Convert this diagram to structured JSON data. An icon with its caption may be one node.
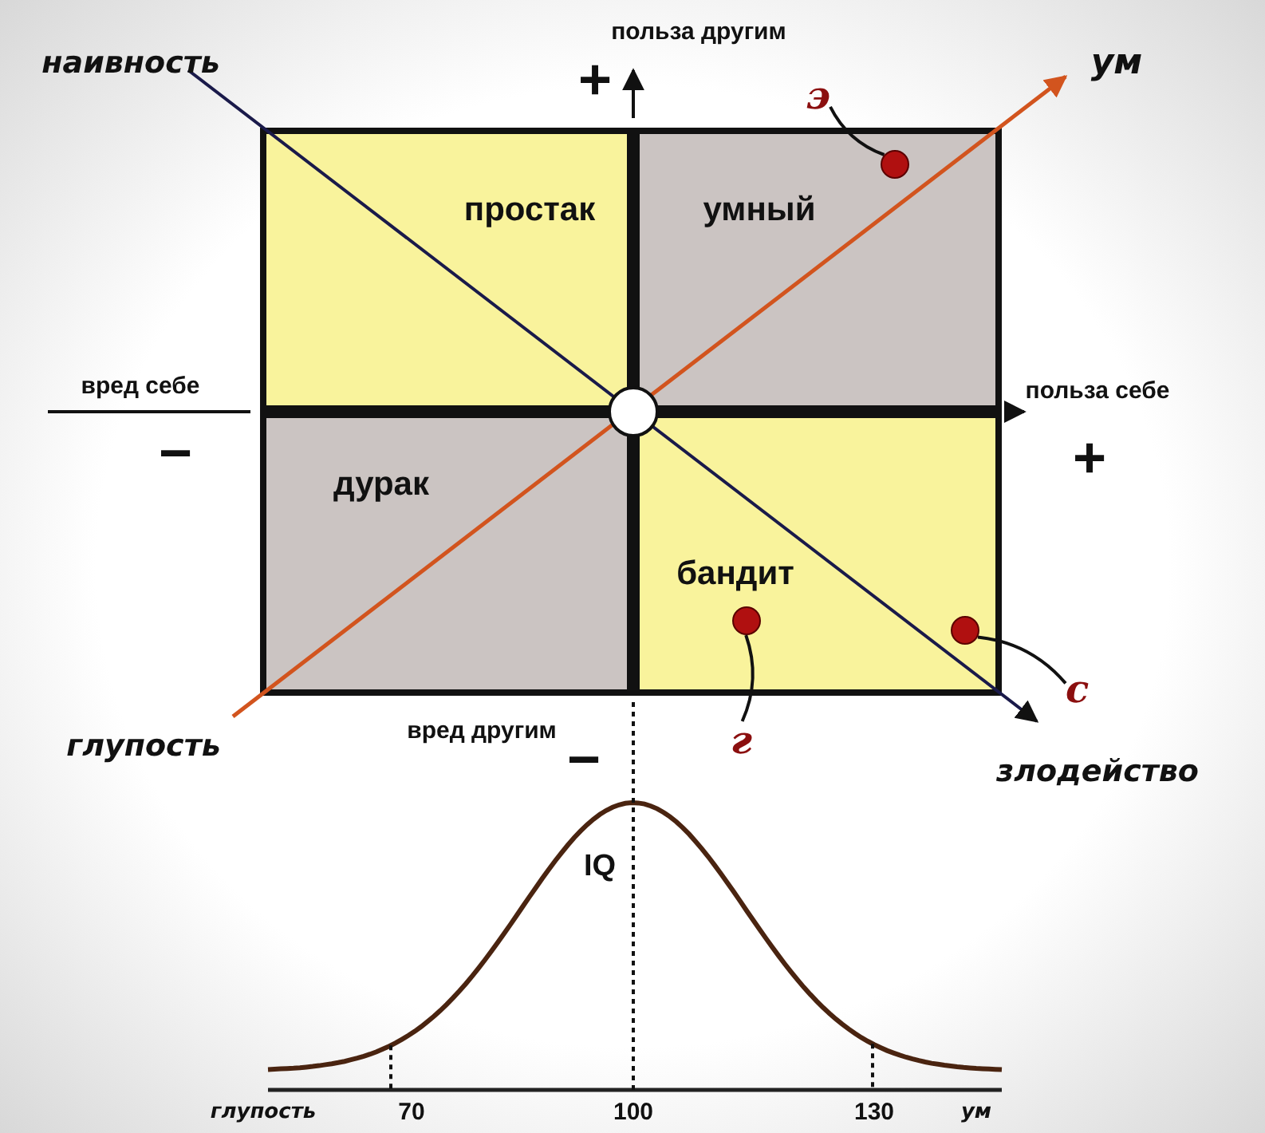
{
  "diagram": {
    "nodes": [
      {
        "text": [
          "простак"
        ]
      },
      {
        "text": [
          "умный"
        ]
      },
      {
        "text": [
          "дурак"
        ]
      },
      {
        "text": [
          "бандит"
        ]
      },
      {
        "text": [
          "э"
        ]
      },
      {
        "text": [],
        "shape": "circle",
        "in": 1
      },
      {
        "text": [
          "с"
        ]
      },
      {
        "text": [],
        "shape": "circle",
        "in": 3
      },
      {
        "text": [
          "г"
        ]
      },
      {
        "text": [],
        "shape": "circle",
        "in": 3
      }
    ],
    "edges": [
      {
        "from": 4,
        "to": 5,
        "arrow": "none"
      },
      {
        "from": 6,
        "to": 9,
        "arrow": "none"
      },
      {
        "from": 8,
        "to": 7,
        "arrow": "none"
      }
    ],
    "labels": [
      "наивность",
      "польза другим",
      "+",
      "ум",
      "вред себе",
      "−",
      "польза себе",
      "+",
      "глупость",
      "вред другим",
      "−",
      "злодейство",
      "IQ",
      "глупость",
      "70",
      "100",
      "130",
      "ум"
    ]
  }
}
